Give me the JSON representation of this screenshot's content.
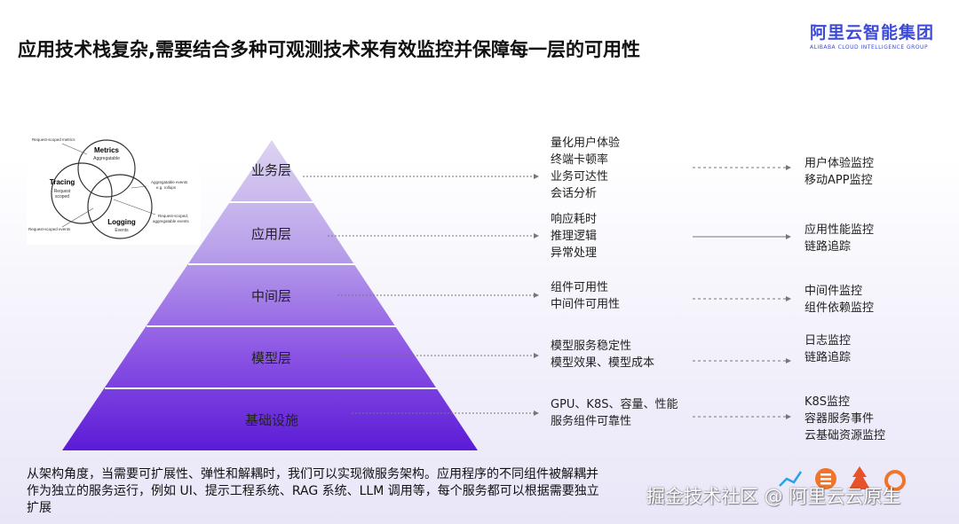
{
  "slide": {
    "title": "应用技术栈复杂,需要结合多种可观测技术来有效监控并保障每一层的可用性"
  },
  "logo": {
    "name_cn": "阿里云智能集团",
    "name_en": "ALIBABA CLOUD INTELLIGENCE GROUP",
    "color": "#3d4bd8"
  },
  "venn": {
    "metrics_title": "Metrics",
    "metrics_sub": "Aggregatable",
    "tracing_title": "Tracing",
    "tracing_sub1": "Request",
    "tracing_sub2": "scoped",
    "logging_title": "Logging",
    "logging_sub": "Events",
    "note_request_metrics": "Request-scoped metrics",
    "note_agg_events1": "Aggregatable events",
    "note_agg_events2": "e.g. rollups",
    "note_req_agg1": "Request-scoped,",
    "note_req_agg2": "aggregatable events",
    "note_req_events": "Request-scoped events"
  },
  "layers": [
    {
      "name": "业务层",
      "features": [
        "量化用户体验",
        "终端卡顿率",
        "业务可达性",
        "会话分析"
      ],
      "monitoring": [
        "用户体验监控",
        "移动APP监控"
      ]
    },
    {
      "name": "应用层",
      "features": [
        "响应耗时",
        "推理逻辑",
        "异常处理"
      ],
      "monitoring": [
        "应用性能监控",
        "链路追踪"
      ]
    },
    {
      "name": "中间层",
      "features": [
        "组件可用性",
        "中间件可用性"
      ],
      "monitoring": [
        "中间件监控",
        "组件依赖监控"
      ]
    },
    {
      "name": "模型层",
      "features": [
        "模型服务稳定性",
        "模型效果、模型成本"
      ],
      "monitoring": [
        "日志监控",
        "链路追踪"
      ]
    },
    {
      "name": "基础设施",
      "features": [
        "GPU、K8S、容量、性能",
        "服务组件可靠性"
      ],
      "monitoring": [
        "K8S监控",
        "容器服务事件",
        "云基础资源监控"
      ]
    }
  ],
  "footer": {
    "line1": "从架构角度，当需要可扩展性、弹性和解耦时，我们可以实现微服务架构。应用程序的不同组件被解耦并",
    "line2": "作为独立的服务运行，例如 UI、提示工程系统、RAG 系统、LLM 调用等，每个服务都可以根据需要独立",
    "line3": "扩展"
  },
  "watermark": {
    "text": "掘金技术社区 @ 阿里云云原生"
  },
  "colors": {
    "pyramid_top": "#ddd4f1",
    "pyramid_bottom": "#5b1bd6",
    "arrow": "#777777"
  }
}
